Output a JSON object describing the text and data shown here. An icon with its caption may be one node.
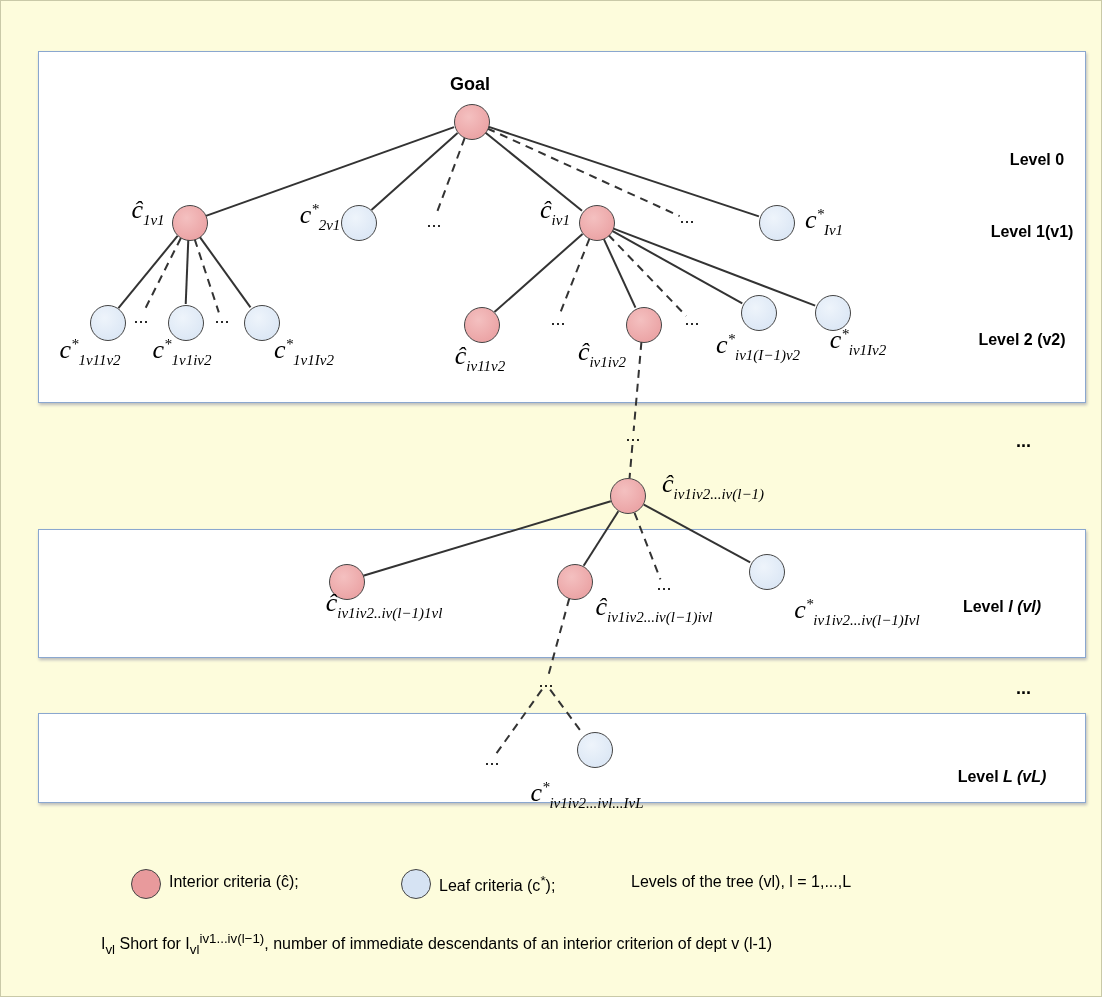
{
  "diagram": {
    "nodes": [
      {
        "text": [
          "Level 0",
          "Level 1(v1)",
          "Level 2 (v2)"
        ]
      },
      {
        "text": [],
        "shape": "circle",
        "in": 0,
        "beside": [
          "Goal"
        ]
      },
      {
        "text": [],
        "shape": "circle",
        "in": 0,
        "beside": [
          "ĉ$_{1v1}$"
        ]
      },
      {
        "text": [],
        "shape": "circle",
        "in": 0,
        "beside": [
          "c$^{*}$$_{2v1}$"
        ]
      },
      {
        "text": [
          "..."
        ],
        "in": 0
      },
      {
        "text": [],
        "shape": "circle",
        "in": 0,
        "beside": [
          "ĉ$_{iv1}$"
        ]
      },
      {
        "text": [
          "..."
        ],
        "in": 0
      },
      {
        "text": [],
        "shape": "circle",
        "in": 0,
        "beside": [
          "c$^{*}$$_{Iv1}$"
        ]
      },
      {
        "text": [],
        "shape": "circle",
        "in": 0,
        "beside": [
          "c$^{*}$$_{1v11v2}$"
        ]
      },
      {
        "text": [
          "..."
        ],
        "in": 0
      },
      {
        "text": [],
        "shape": "circle",
        "in": 0,
        "beside": [
          "c$^{*}$$_{1v1iv2}$"
        ]
      },
      {
        "text": [
          "..."
        ],
        "in": 0
      },
      {
        "text": [],
        "shape": "circle",
        "in": 0,
        "beside": [
          "c$^{*}$$_{1v1Iv2}$"
        ]
      },
      {
        "text": [],
        "shape": "circle",
        "in": 0,
        "beside": [
          "ĉ$_{iv11v2}$"
        ]
      },
      {
        "text": [
          "..."
        ],
        "in": 0
      },
      {
        "text": [],
        "shape": "circle",
        "in": 0,
        "beside": [
          "ĉ$_{iv1iv2}$"
        ]
      },
      {
        "text": [
          "..."
        ],
        "in": 0
      },
      {
        "text": [],
        "shape": "circle",
        "in": 0,
        "beside": [
          "c$^{*}$$_{iv1(I−1)v2}$"
        ]
      },
      {
        "text": [],
        "shape": "circle",
        "in": 0,
        "beside": [
          "c$^{*}$$_{iv1Iv2}$"
        ]
      },
      {
        "text": [
          "..."
        ]
      },
      {
        "text": [],
        "shape": "circle",
        "beside": [
          "ĉ$_{iv1iv2...iv(l−1)}$"
        ]
      },
      {
        "text": [
          "Level *l (vl)*"
        ]
      },
      {
        "text": [],
        "shape": "circle",
        "in": 21,
        "beside": [
          "ĉ$_{iv1iv2..iv(l−1)1vl}$"
        ]
      },
      {
        "text": [],
        "shape": "circle",
        "in": 21,
        "beside": [
          "ĉ$_{iv1iv2...iv(l−1)ivl}$"
        ]
      },
      {
        "text": [
          "..."
        ],
        "in": 21
      },
      {
        "text": [],
        "shape": "circle",
        "in": 21,
        "beside": [
          "c$^{*}$$_{iv1iv2...iv(l−1)Ivl}$"
        ]
      },
      {
        "text": [
          "..."
        ]
      },
      {
        "text": [
          "Level *L (vL)*"
        ]
      },
      {
        "text": [
          "..."
        ],
        "in": 27
      },
      {
        "text": [],
        "shape": "circle",
        "in": 27,
        "beside": [
          "c$^{*}$$_{iv1iv2...ivl...IvL}$"
        ]
      }
    ],
    "edges": [
      {
        "from": 1,
        "to": 2,
        "arrow": "none"
      },
      {
        "from": 1,
        "to": 3,
        "arrow": "none"
      },
      {
        "from": 1,
        "to": 4,
        "arrow": "none",
        "style": "dashed"
      },
      {
        "from": 1,
        "to": 5,
        "arrow": "none"
      },
      {
        "from": 1,
        "to": 6,
        "arrow": "none",
        "style": "dashed"
      },
      {
        "from": 1,
        "to": 7,
        "arrow": "none"
      },
      {
        "from": 2,
        "to": 8,
        "arrow": "none"
      },
      {
        "from": 2,
        "to": 9,
        "arrow": "none",
        "style": "dashed"
      },
      {
        "from": 2,
        "to": 10,
        "arrow": "none"
      },
      {
        "from": 2,
        "to": 11,
        "arrow": "none",
        "style": "dashed"
      },
      {
        "from": 2,
        "to": 12,
        "arrow": "none"
      },
      {
        "from": 5,
        "to": 13,
        "arrow": "none"
      },
      {
        "from": 5,
        "to": 14,
        "arrow": "none",
        "style": "dashed"
      },
      {
        "from": 5,
        "to": 15,
        "arrow": "none"
      },
      {
        "from": 5,
        "to": 16,
        "arrow": "none",
        "style": "dashed"
      },
      {
        "from": 5,
        "to": 17,
        "arrow": "none"
      },
      {
        "from": 5,
        "to": 18,
        "arrow": "none"
      },
      {
        "from": 15,
        "to": 19,
        "arrow": "none",
        "style": "dashed"
      },
      {
        "from": 19,
        "to": 20,
        "arrow": "none",
        "style": "dashed"
      },
      {
        "from": 20,
        "to": 22,
        "arrow": "none"
      },
      {
        "from": 20,
        "to": 23,
        "arrow": "none"
      },
      {
        "from": 20,
        "to": 24,
        "arrow": "none",
        "style": "dashed"
      },
      {
        "from": 20,
        "to": 25,
        "arrow": "none"
      },
      {
        "from": 23,
        "to": 26,
        "arrow": "none",
        "style": "dashed"
      },
      {
        "from": 26,
        "to": 28,
        "arrow": "none",
        "style": "dashed"
      },
      {
        "from": 26,
        "to": 29,
        "arrow": "none",
        "style": "dashed"
      }
    ],
    "labels": [
      "...",
      "...",
      "Levels of the tree (vl),  l = 1,...,L",
      "I$_{vl}$ Short for I$_{vl}$$^{iv1...iv(l−1)}$, number of immediate descendants of an interior criterion of dept v (l-1)"
    ],
    "legend": [
      {
        "text": "Interior criteria (ĉ);",
        "color": "#e89a9c"
      },
      {
        "text": "Leaf criteria (c$^{*}$);",
        "color": "#d6e3f3"
      }
    ]
  }
}
